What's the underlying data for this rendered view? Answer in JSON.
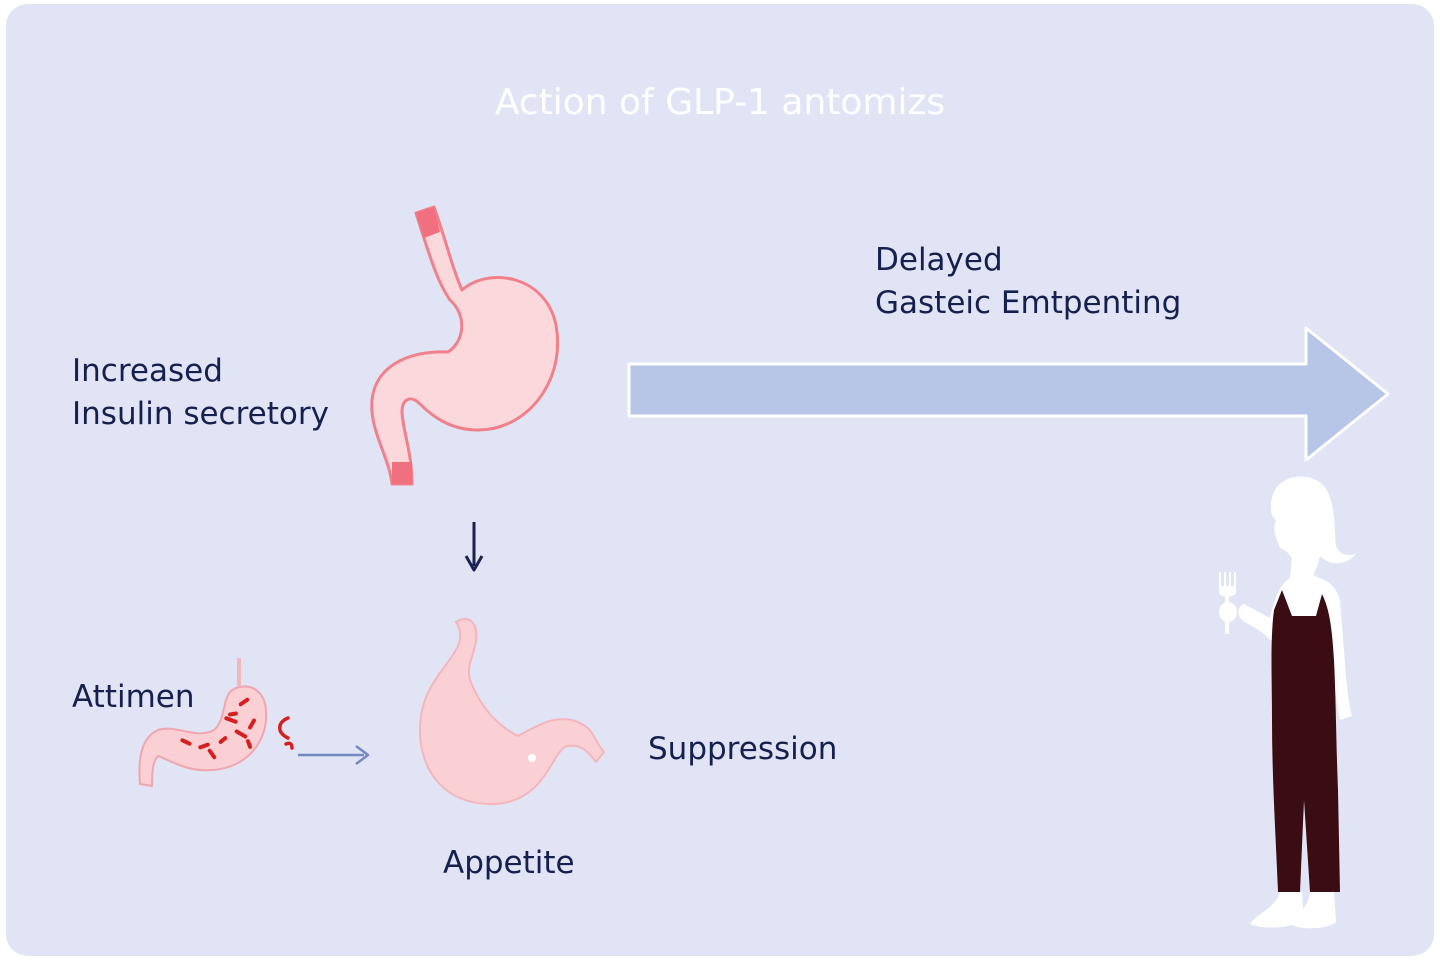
{
  "title": "Action of GLP-1 antomizs",
  "labels": {
    "delayed_line1": "Delayed",
    "delayed_line2": "Gasteic Emtpenting",
    "increased_line1": "Increased",
    "increased_line2": "Insulin secretory",
    "attimen": "Attimen",
    "suppression": "Suppression",
    "appetite": "Appetite"
  },
  "colors": {
    "panel_background": "#e0e4f5",
    "title_text": "#ffffff",
    "label_text": "#16204f",
    "stomach_fill": "#fbd8dc",
    "stomach_outline": "#f0808a",
    "stomach_bands": "#f07080",
    "gut_bacteria": "#d62020",
    "big_arrow_fill": "#b7c5e6",
    "small_arrow": "#7688c0",
    "down_arrow": "#1a2150",
    "figure_clothing": "#3a0d12",
    "figure_silhouette": "#ffffff"
  },
  "icons": {
    "upper_stomach": "stomach-icon",
    "lower_stomach": "stomach-icon",
    "small_stomach": "gut-bacteria-stomach-icon",
    "big_arrow": "right-arrow-icon",
    "small_arrow": "right-arrow-icon",
    "down_arrow": "down-arrow-icon",
    "person": "woman-holding-fork-icon"
  }
}
